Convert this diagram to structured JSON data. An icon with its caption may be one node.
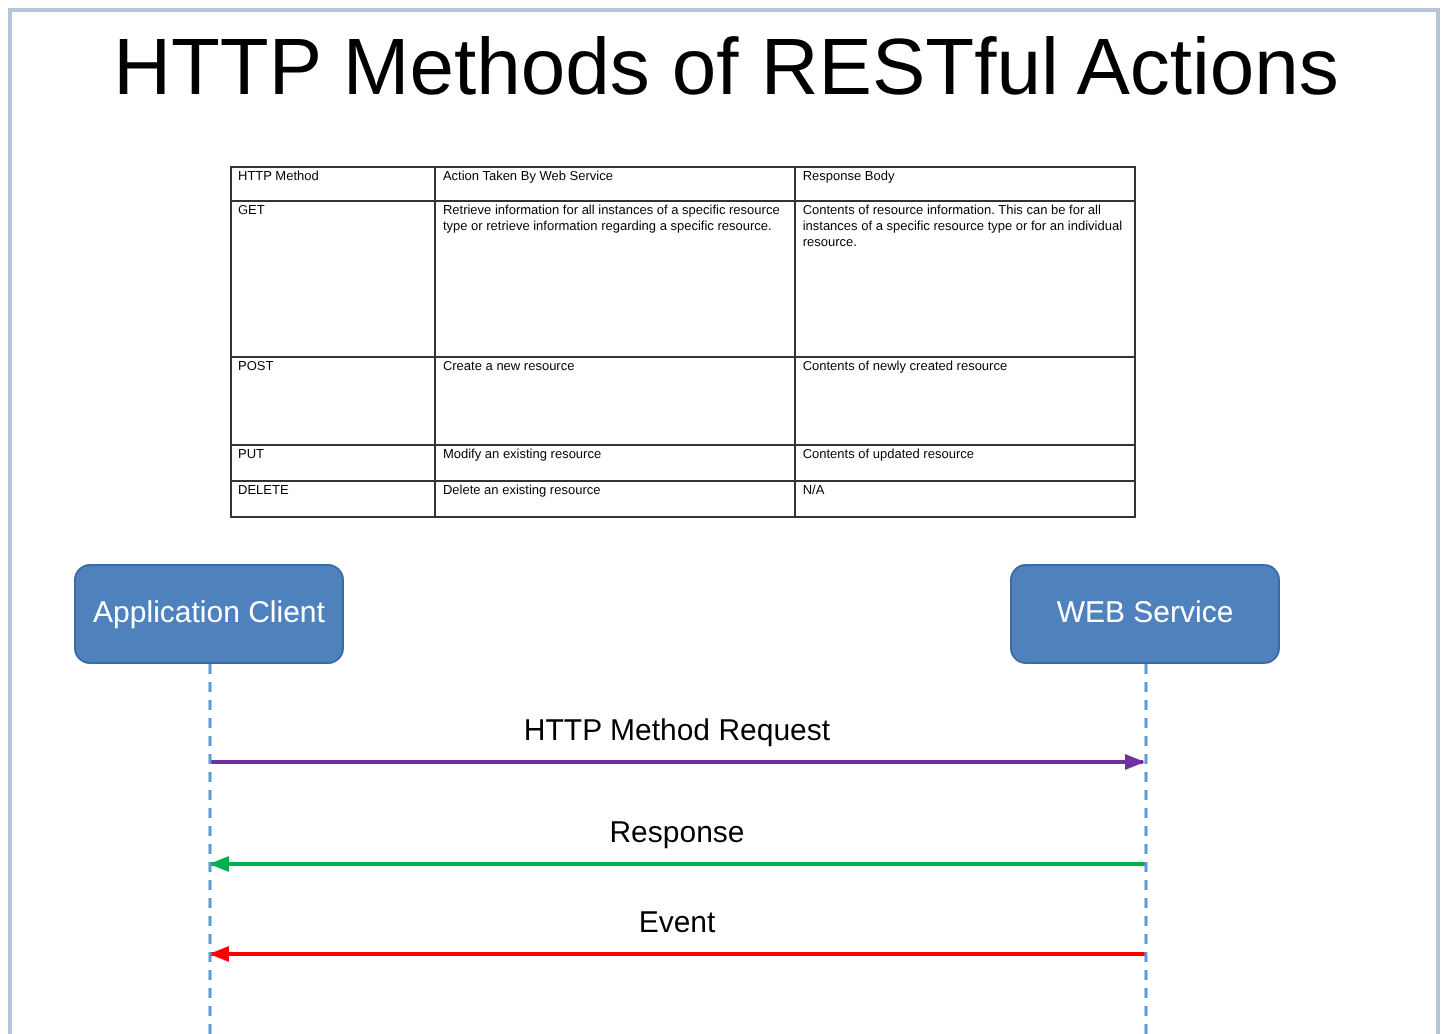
{
  "diagram": {
    "title": "HTTP Methods of RESTful Actions",
    "nodes": [
      {
        "text": [
          "Application Client"
        ]
      },
      {
        "text": [
          "WEB Service"
        ]
      }
    ],
    "edges": [
      {
        "from": 0,
        "to": 1,
        "arrow": "to",
        "label": "HTTP Method Request",
        "color": "#7030a0"
      },
      {
        "from": 1,
        "to": 0,
        "arrow": "to",
        "label": "Response",
        "color": "#00b050"
      },
      {
        "from": 1,
        "to": 0,
        "arrow": "to",
        "label": "Event",
        "color": "#ff0000"
      }
    ],
    "labels": [
      "HTTP Method",
      "Action Taken By Web Service",
      "Response Body",
      "GET",
      "Retrieve information for all instances of a specific resource type or retrieve information regarding a specific resource.",
      "Contents of resource information. This can be for all instances of a specific resource type or for an individual resource.",
      "POST",
      "Create a new resource",
      "Contents of newly created resource",
      "PUT",
      "Modify an existing resource",
      "Contents of updated resource",
      "DELETE",
      "Delete an existing resource",
      "N/A"
    ]
  }
}
